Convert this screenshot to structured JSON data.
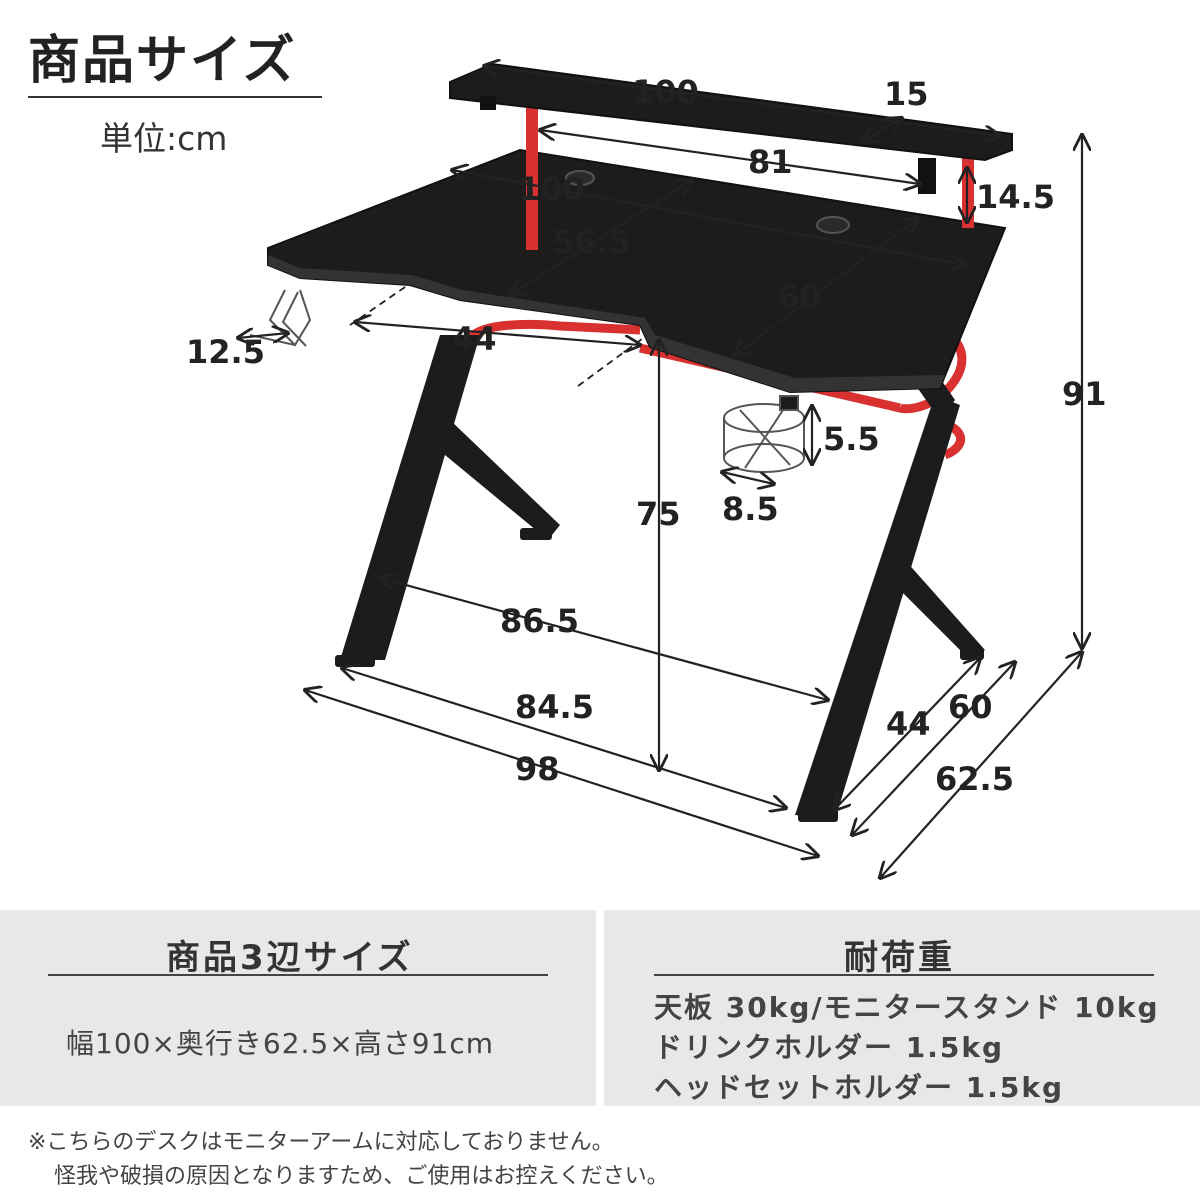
{
  "header": {
    "title": "商品サイズ",
    "unit": "単位:cm"
  },
  "dimensions": {
    "stand_width": "100",
    "stand_depth": "15",
    "stand_inner_width": "81",
    "stand_height": "14.5",
    "top_width": "100",
    "top_notch_diag": "56.5",
    "top_depth": "60",
    "headset_hook": "12.5",
    "cutout_width": "44",
    "total_height": "91",
    "cup_height": "5.5",
    "cup_diameter": "8.5",
    "desk_height": "75",
    "leg_inner_width": "86.5",
    "foot_inner_width": "84.5",
    "base_width": "98",
    "side_inner_depth": "44",
    "side_depth": "60",
    "total_depth": "62.5"
  },
  "panels": {
    "size": {
      "heading": "商品3辺サイズ",
      "text": "幅100×奥行き62.5×高さ91cm"
    },
    "load": {
      "heading": "耐荷重",
      "lines": [
        "天板 30kg/モニタースタンド 10kg",
        "ドリンクホルダー 1.5kg",
        "ヘッドセットホルダー 1.5kg"
      ]
    }
  },
  "footer": {
    "note_line1": "※こちらのデスクはモニターアームに対応しておりません。",
    "note_line2": "怪我や破損の原因となりますため、ご使用はお控えください。"
  },
  "colors": {
    "desk_black": "#1c1c1c",
    "frame_red": "#d8312f",
    "panel_gray": "#e8e8e8",
    "text_dark": "#222222"
  }
}
